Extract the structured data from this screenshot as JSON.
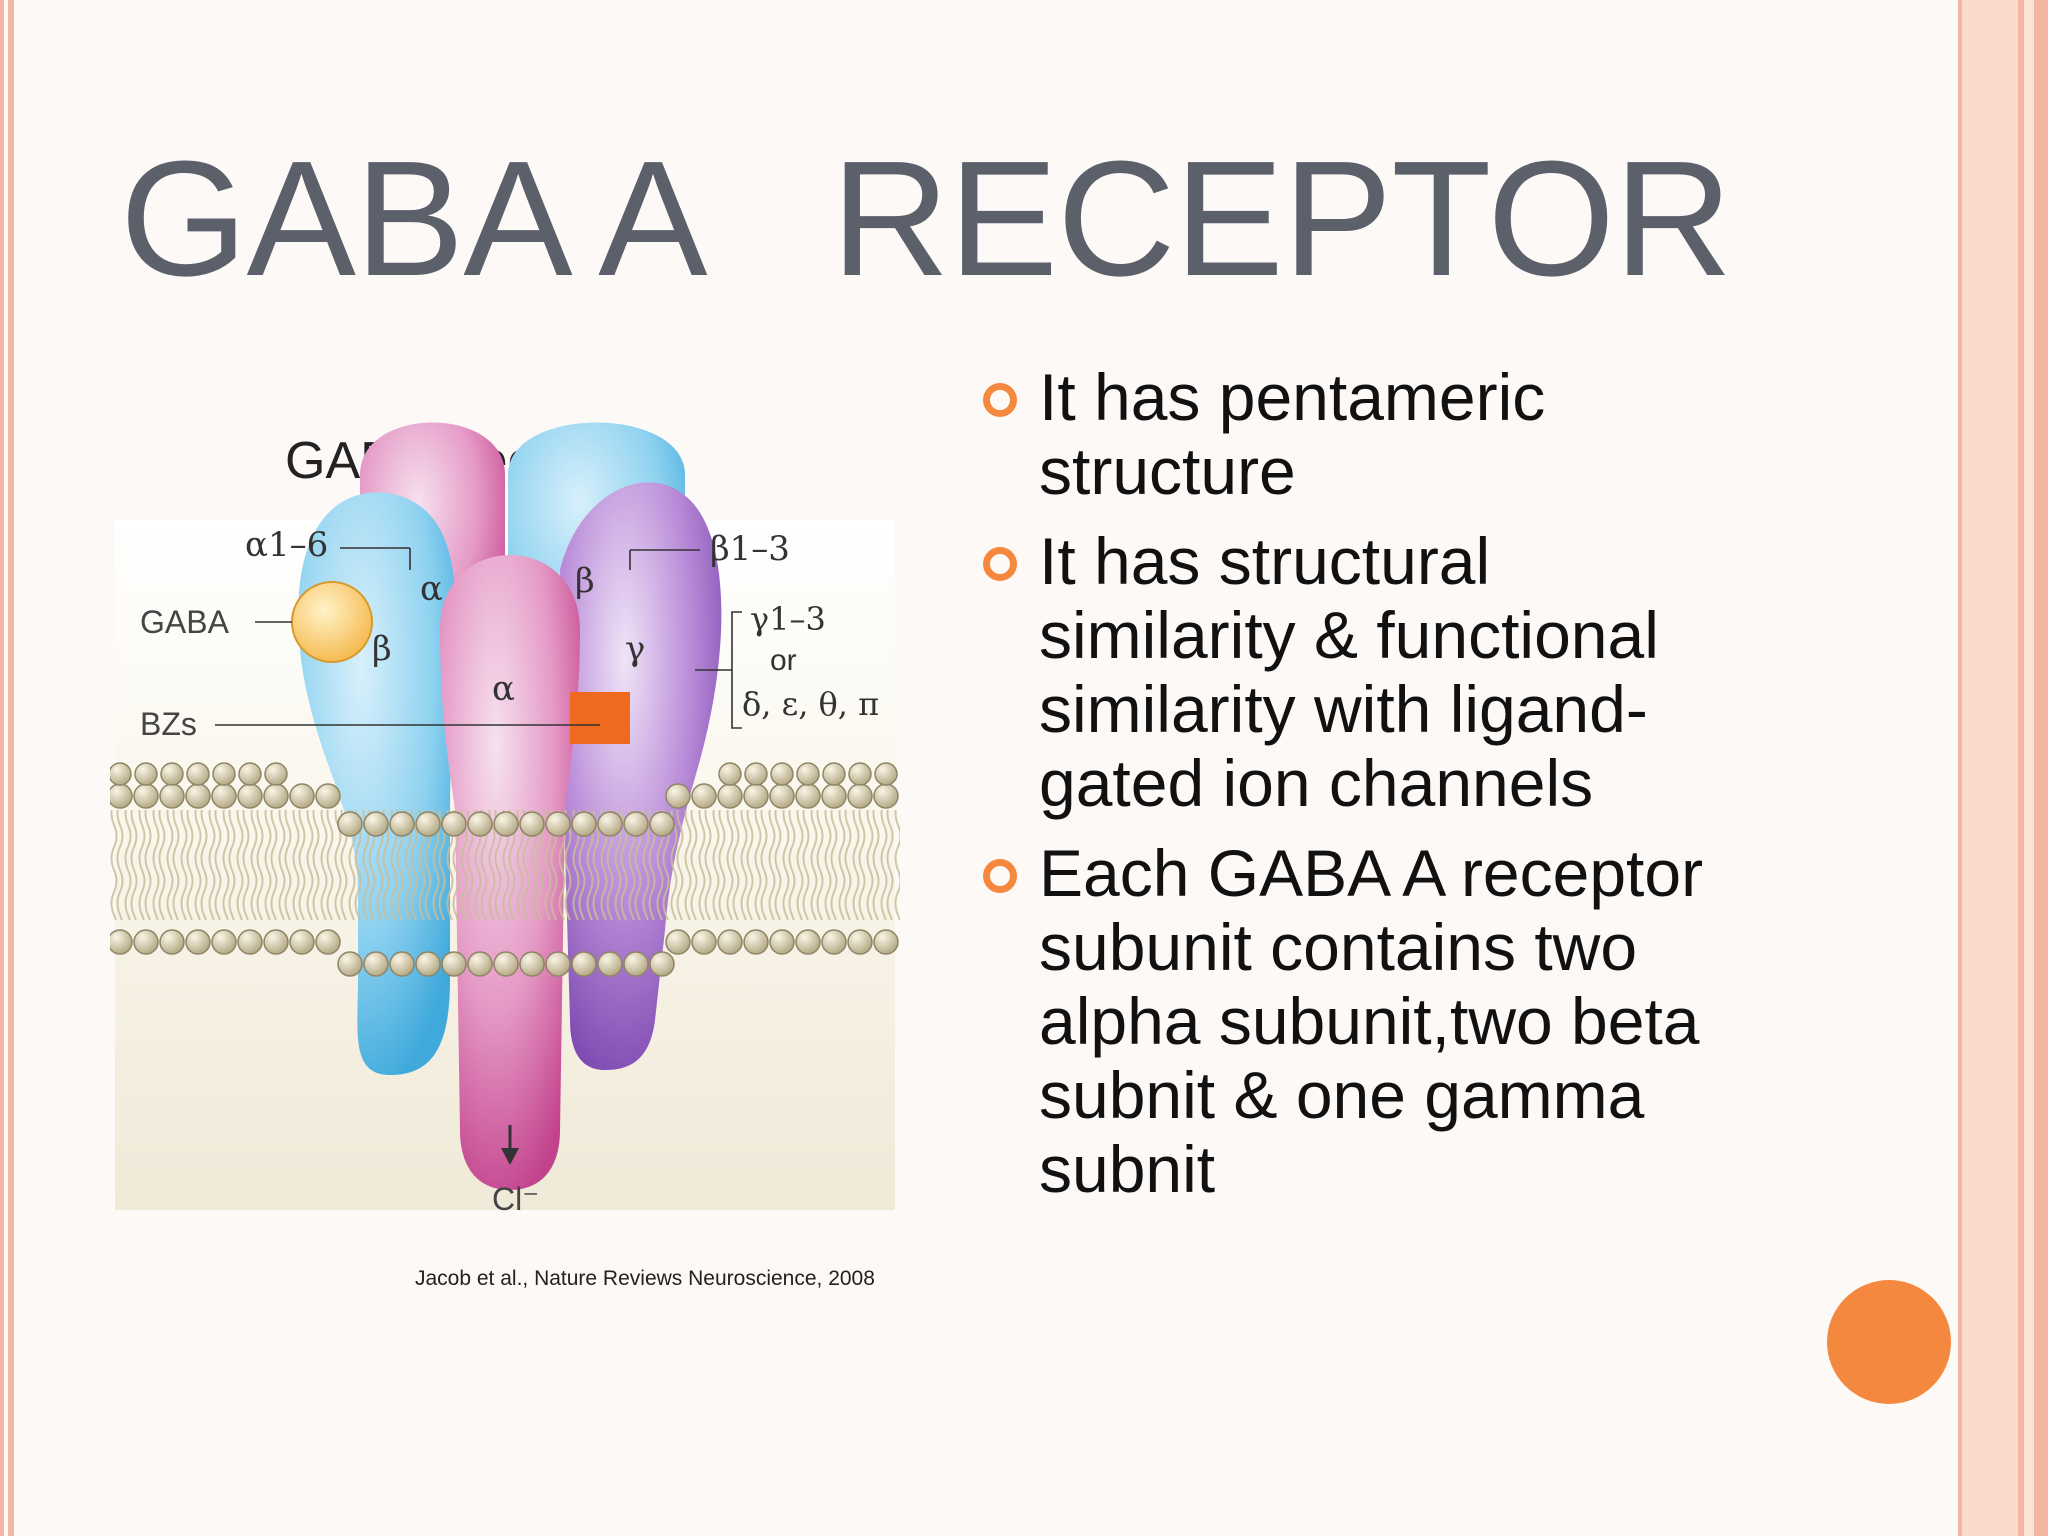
{
  "slide": {
    "title": "GABA A   RECEPTOR",
    "bullets": [
      {
        "text": "It has pentameric\nstructure"
      },
      {
        "text": "It has structural\nsimilarity & functional\nsimilarity with ligand-\ngated ion channels"
      },
      {
        "text": "Each GABA A  receptor\nsubunit contains two\nalpha subunit,two beta\nsubnit & one gamma\nsubnit"
      }
    ],
    "accent_color": "#f5883f",
    "title_color": "#5b606b"
  },
  "figure": {
    "heading_main": "GABA",
    "heading_sub": "A",
    "heading_rest": " receptor",
    "labels": {
      "alpha_range": "α1–6",
      "beta_range": "β1–3",
      "gaba": "GABA",
      "gamma_range": "γ1–3",
      "or": "or",
      "other_subunits": "δ, ε, θ, π",
      "bzs": "BZs",
      "chloride": "Cl⁻"
    },
    "subunit_symbols": {
      "alpha": "α",
      "beta": "β",
      "gamma": "γ"
    },
    "citation": "Jacob et al., Nature Reviews Neuroscience, 2008"
  }
}
